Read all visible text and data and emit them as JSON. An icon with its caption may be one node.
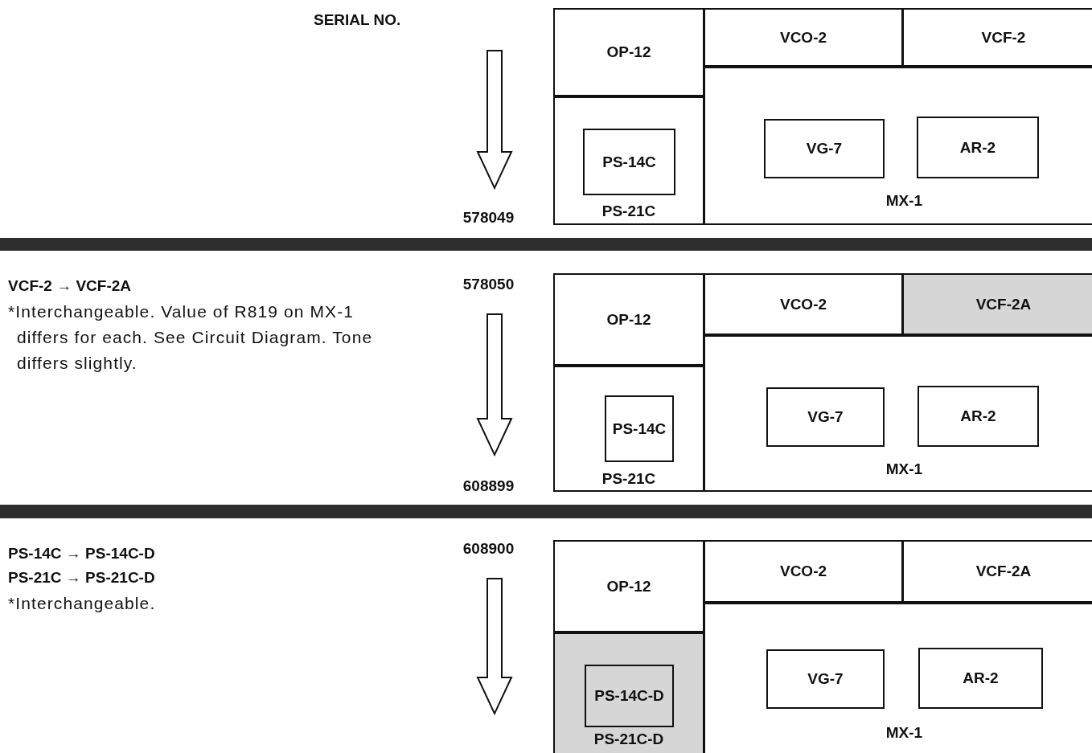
{
  "diagram": {
    "nodes": [
      {
        "text": [],
        "shape": "box"
      },
      {
        "text": [
          "OP-12"
        ],
        "in": 0
      },
      {
        "text": [
          "PS-21C"
        ],
        "in": 0
      },
      {
        "text": [
          "PS-14C"
        ],
        "in": 2
      },
      {
        "text": [
          "VCO-2"
        ],
        "in": 0
      },
      {
        "text": [
          "VCF-2"
        ],
        "in": 0
      },
      {
        "text": [
          "MX-1"
        ],
        "in": 0
      },
      {
        "text": [
          "VG-7"
        ],
        "in": 6
      },
      {
        "text": [
          "AR-2"
        ],
        "in": 6
      },
      {
        "text": [
          "578049"
        ]
      },
      {
        "text": [
          "578050"
        ]
      },
      {
        "text": [
          "608899"
        ]
      },
      {
        "text": [],
        "shape": "box"
      },
      {
        "text": [
          "OP-12"
        ],
        "in": 12
      },
      {
        "text": [
          "PS-21C"
        ],
        "in": 12
      },
      {
        "text": [
          "PS-14C"
        ],
        "in": 14
      },
      {
        "text": [
          "VCO-2"
        ],
        "in": 12
      },
      {
        "text": [
          "VCF-2A"
        ],
        "in": 12
      },
      {
        "text": [
          "MX-1"
        ],
        "in": 12
      },
      {
        "text": [
          "VG-7"
        ],
        "in": 18
      },
      {
        "text": [
          "AR-2"
        ],
        "in": 18
      },
      {
        "text": [
          "608900"
        ]
      },
      {
        "text": [],
        "shape": "box"
      },
      {
        "text": [
          "OP-12"
        ],
        "in": 22
      },
      {
        "text": [
          "PS-21C-D"
        ],
        "in": 22
      },
      {
        "text": [
          "PS-14C-D"
        ],
        "in": 24
      },
      {
        "text": [
          "VCO-2"
        ],
        "in": 22
      },
      {
        "text": [
          "VCF-2A"
        ],
        "in": 22
      },
      {
        "text": [
          "MX-1"
        ],
        "in": 22
      },
      {
        "text": [
          "VG-7"
        ],
        "in": 28
      },
      {
        "text": [
          "AR-2"
        ],
        "in": 28
      },
      {
        "text": [],
        "shape": "bar"
      },
      {
        "text": [],
        "shape": "bar"
      }
    ],
    "edges": [
      {
        "from": null,
        "to": 9,
        "arrow": "to"
      },
      {
        "from": 10,
        "to": 11,
        "arrow": "to"
      },
      {
        "from": 21,
        "to": null,
        "arrow": "to"
      }
    ],
    "labels": [
      "SERIAL NO.",
      "VCF-2 → VCF-2A",
      "*Interchangeable. Value of R819 on MX-1 differs for each. See Circuit Diagram. Tone differs slightly.",
      "PS-14C → PS-14C-D",
      "PS-21C → PS-21C-D",
      "*Interchangeable."
    ]
  }
}
